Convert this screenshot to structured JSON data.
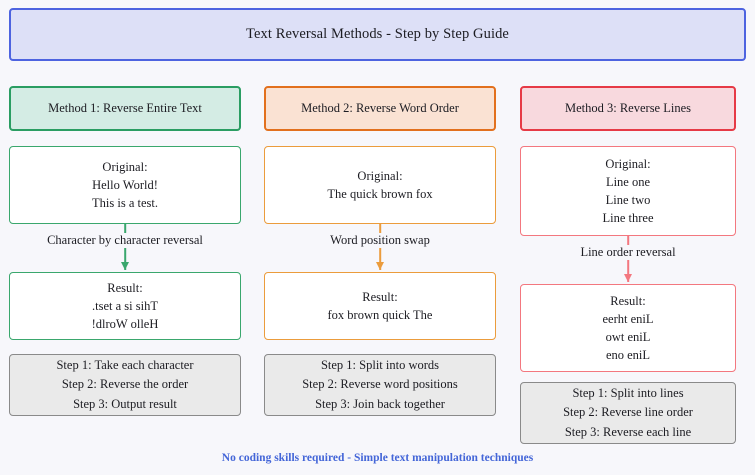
{
  "title": {
    "text": "Text Reversal Methods - Step by Step Guide",
    "fill_color": "#dde0f7",
    "border_color": "#4d63e0"
  },
  "background_color": "#f7f7fb",
  "columns": [
    {
      "id": "method-1",
      "header": "Method 1: Reverse Entire Text",
      "accent_color": "#2a9d62",
      "header_fill": "#d4ece4",
      "box_border": "#3aa76d",
      "original": {
        "lines": [
          "Original:",
          "Hello World!",
          "This is a test."
        ]
      },
      "connector_label": "Character by character reversal",
      "result": {
        "lines": [
          "Result:",
          ".tset a si sihT",
          "!dlroW olleH"
        ]
      },
      "steps": [
        "Step 1: Take each character",
        "Step 2: Reverse the order",
        "Step 3: Output result"
      ]
    },
    {
      "id": "method-2",
      "header": "Method 2: Reverse Word Order",
      "accent_color": "#e2701d",
      "header_fill": "#fae2d3",
      "box_border": "#eb9c3c",
      "original": {
        "lines": [
          "Original:",
          "The quick brown fox"
        ]
      },
      "connector_label": "Word position swap",
      "result": {
        "lines": [
          "Result:",
          "fox brown quick The"
        ]
      },
      "steps": [
        "Step 1: Split into words",
        "Step 2: Reverse word positions",
        "Step 3: Join back together"
      ]
    },
    {
      "id": "method-3",
      "header": "Method 3: Reverse Lines",
      "accent_color": "#e63a46",
      "header_fill": "#f8d9de",
      "box_border": "#f3777f",
      "original": {
        "lines": [
          "Original:",
          "Line one",
          "Line two",
          "Line three"
        ]
      },
      "connector_label": "Line order reversal",
      "result": {
        "lines": [
          "Result:",
          "eerht eniL",
          "owt eniL",
          "eno eniL"
        ]
      },
      "steps": [
        "Step 1: Split into lines",
        "Step 2: Reverse line order",
        "Step 3: Reverse each line"
      ]
    }
  ],
  "footer": {
    "text": "No coding skills required - Simple text manipulation techniques",
    "color": "#4466d8"
  }
}
